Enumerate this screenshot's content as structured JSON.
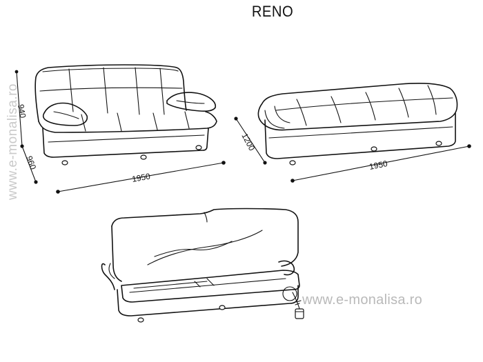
{
  "title": "RENO",
  "watermark": {
    "vertical": "www.e-monalisa.ro",
    "horizontal": "www.e-monalisa.ro"
  },
  "dimensions": {
    "sofa_width": "1950",
    "sofa_height_back": "940",
    "sofa_depth": "960",
    "bed_width": "1950",
    "bed_length": "1200"
  },
  "colors": {
    "line": "#111111",
    "watermark": "#c0c0c0",
    "background": "#ffffff"
  }
}
